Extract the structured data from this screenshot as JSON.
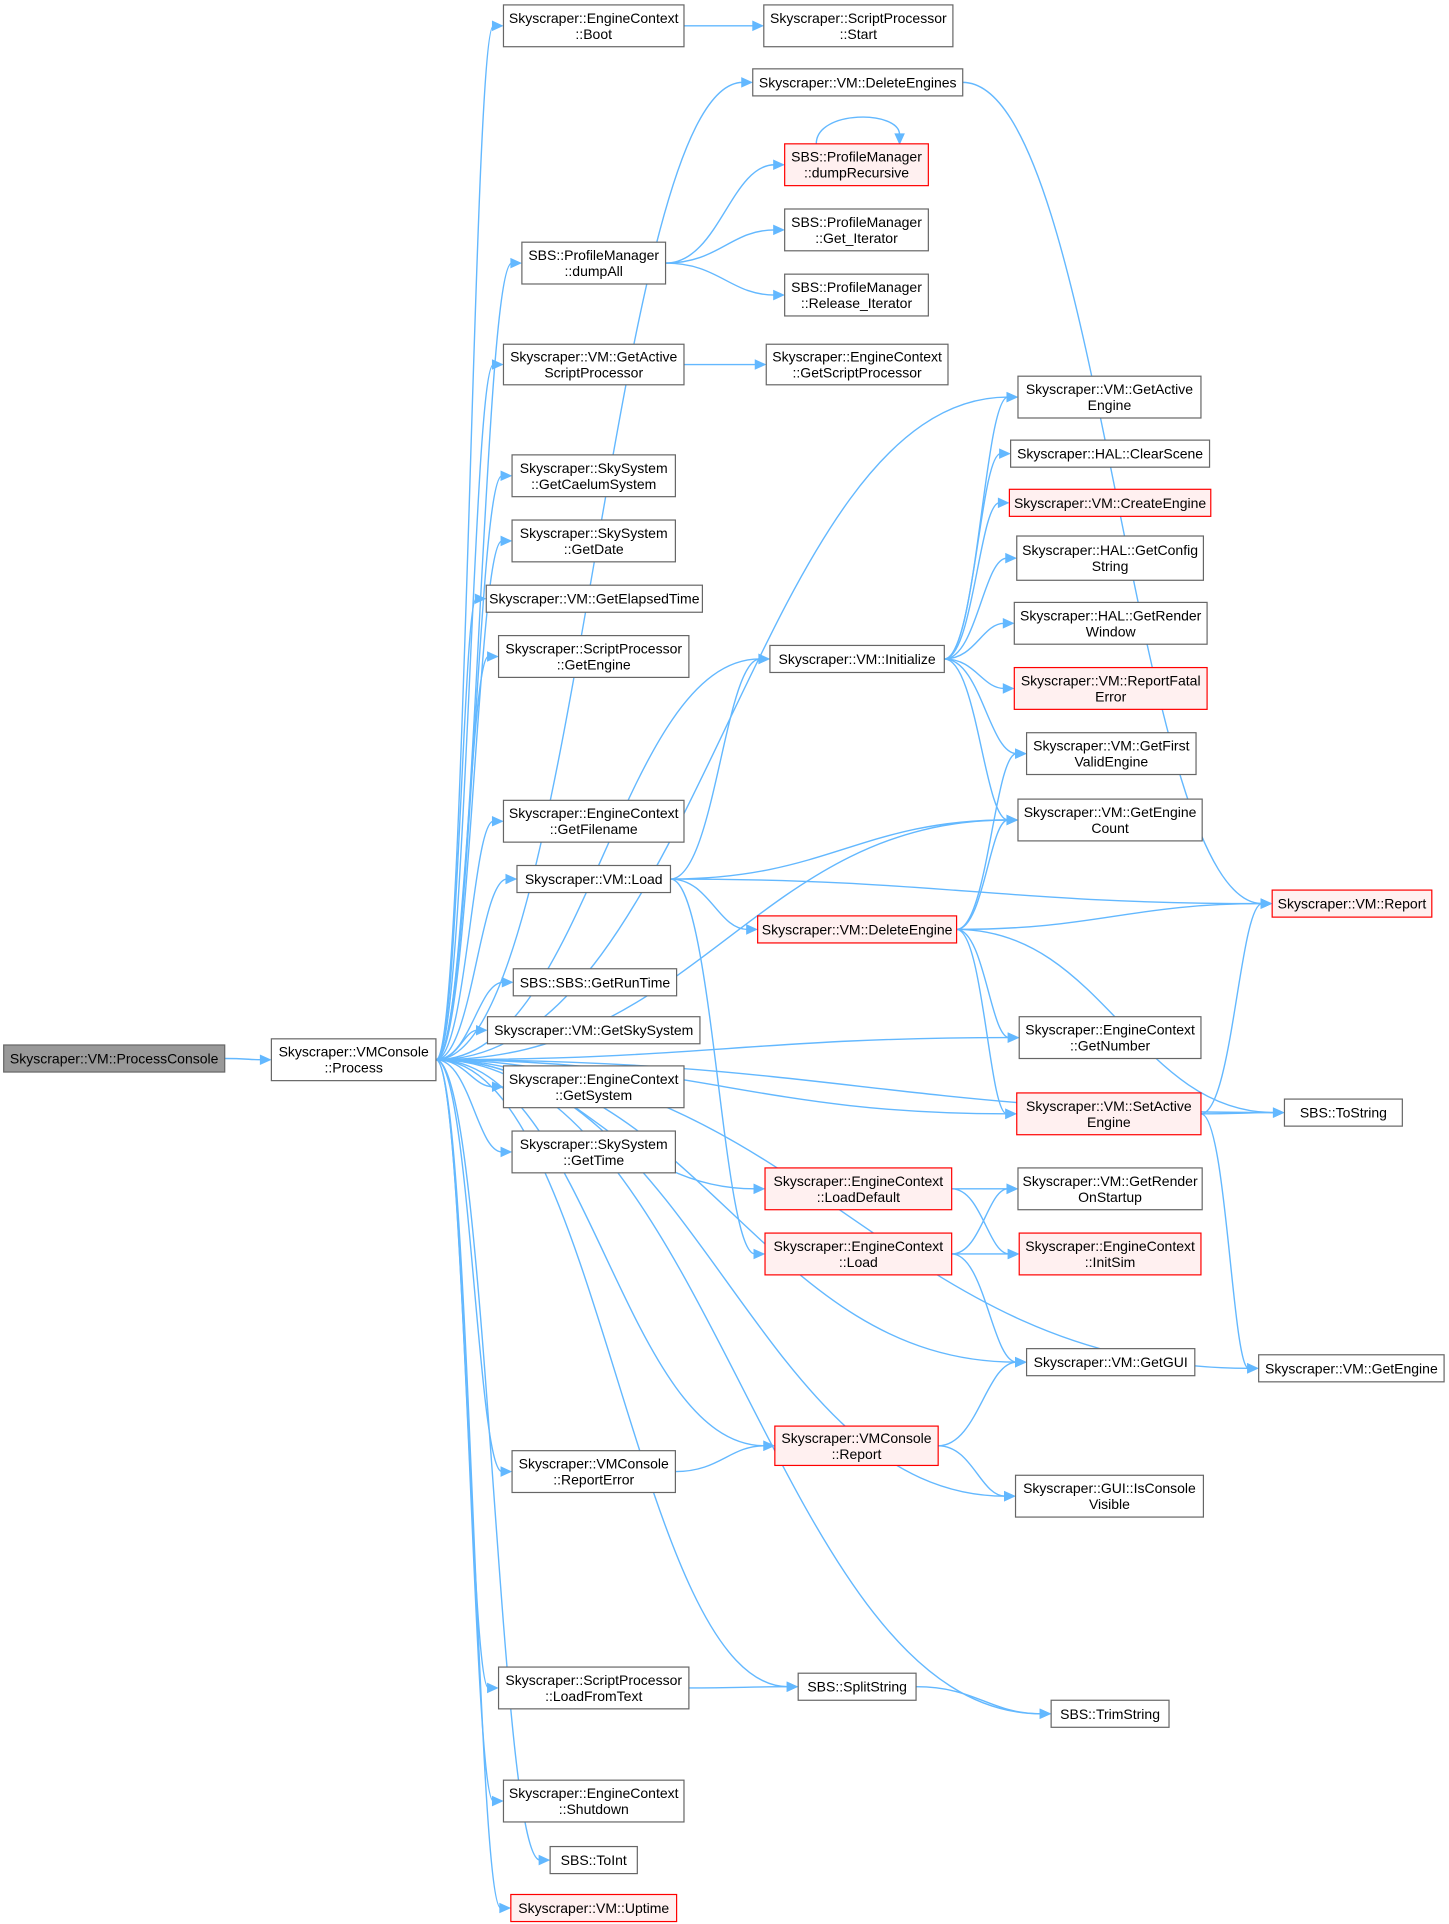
{
  "colors": {
    "edge": "#63b8ff",
    "node_border": "#666666",
    "node_fill": "#ffffff",
    "root_fill": "#999999",
    "incomplete_border": "#ff0000",
    "incomplete_fill": "#fff0f0"
  },
  "nodes": [
    {
      "id": "processconsole",
      "lines": [
        "Skyscraper::VM::ProcessConsole"
      ],
      "kind": "root"
    },
    {
      "id": "vmconsole_process",
      "lines": [
        "Skyscraper::VMConsole",
        "::Process"
      ],
      "kind": "normal"
    },
    {
      "id": "ec_boot",
      "lines": [
        "Skyscraper::EngineContext",
        "::Boot"
      ],
      "kind": "normal"
    },
    {
      "id": "sp_start",
      "lines": [
        "Skyscraper::ScriptProcessor",
        "::Start"
      ],
      "kind": "normal"
    },
    {
      "id": "vm_deleteengines",
      "lines": [
        "Skyscraper::VM::DeleteEngines"
      ],
      "kind": "normal"
    },
    {
      "id": "pm_dumprecursive",
      "lines": [
        "SBS::ProfileManager",
        "::dumpRecursive"
      ],
      "kind": "incomplete"
    },
    {
      "id": "pm_dumpall",
      "lines": [
        "SBS::ProfileManager",
        "::dumpAll"
      ],
      "kind": "normal"
    },
    {
      "id": "pm_getiterator",
      "lines": [
        "SBS::ProfileManager",
        "::Get_Iterator"
      ],
      "kind": "normal"
    },
    {
      "id": "pm_releaseiterator",
      "lines": [
        "SBS::ProfileManager",
        "::Release_Iterator"
      ],
      "kind": "normal"
    },
    {
      "id": "vm_getactivesp",
      "lines": [
        "Skyscraper::VM::GetActive",
        "ScriptProcessor"
      ],
      "kind": "normal"
    },
    {
      "id": "ec_getsp",
      "lines": [
        "Skyscraper::EngineContext",
        "::GetScriptProcessor"
      ],
      "kind": "normal"
    },
    {
      "id": "vm_getactiveengine",
      "lines": [
        "Skyscraper::VM::GetActive",
        "Engine"
      ],
      "kind": "normal"
    },
    {
      "id": "ss_getcaelum",
      "lines": [
        "Skyscraper::SkySystem",
        "::GetCaelumSystem"
      ],
      "kind": "normal"
    },
    {
      "id": "hal_clearscene",
      "lines": [
        "Skyscraper::HAL::ClearScene"
      ],
      "kind": "normal"
    },
    {
      "id": "vm_createengine",
      "lines": [
        "Skyscraper::VM::CreateEngine"
      ],
      "kind": "incomplete"
    },
    {
      "id": "ss_getdate",
      "lines": [
        "Skyscraper::SkySystem",
        "::GetDate"
      ],
      "kind": "normal"
    },
    {
      "id": "hal_getconfigstring",
      "lines": [
        "Skyscraper::HAL::GetConfig",
        "String"
      ],
      "kind": "normal"
    },
    {
      "id": "vm_getelapsedtime",
      "lines": [
        "Skyscraper::VM::GetElapsedTime"
      ],
      "kind": "normal"
    },
    {
      "id": "hal_getrenderwindow",
      "lines": [
        "Skyscraper::HAL::GetRender",
        "Window"
      ],
      "kind": "normal"
    },
    {
      "id": "sp_getengine",
      "lines": [
        "Skyscraper::ScriptProcessor",
        "::GetEngine"
      ],
      "kind": "normal"
    },
    {
      "id": "vm_initialize",
      "lines": [
        "Skyscraper::VM::Initialize"
      ],
      "kind": "normal"
    },
    {
      "id": "vm_reportfatalerror",
      "lines": [
        "Skyscraper::VM::ReportFatal",
        "Error"
      ],
      "kind": "incomplete"
    },
    {
      "id": "vm_getfirstvalidengine",
      "lines": [
        "Skyscraper::VM::GetFirst",
        "ValidEngine"
      ],
      "kind": "normal"
    },
    {
      "id": "ec_getfilename",
      "lines": [
        "Skyscraper::EngineContext",
        "::GetFilename"
      ],
      "kind": "normal"
    },
    {
      "id": "vm_getenginecount",
      "lines": [
        "Skyscraper::VM::GetEngine",
        "Count"
      ],
      "kind": "normal"
    },
    {
      "id": "vm_load",
      "lines": [
        "Skyscraper::VM::Load"
      ],
      "kind": "normal"
    },
    {
      "id": "vm_report",
      "lines": [
        "Skyscraper::VM::Report"
      ],
      "kind": "incomplete"
    },
    {
      "id": "vm_deleteengine",
      "lines": [
        "Skyscraper::VM::DeleteEngine"
      ],
      "kind": "incomplete"
    },
    {
      "id": "sbs_getruntime",
      "lines": [
        "SBS::SBS::GetRunTime"
      ],
      "kind": "normal"
    },
    {
      "id": "vm_getskysystem",
      "lines": [
        "Skyscraper::VM::GetSkySystem"
      ],
      "kind": "normal"
    },
    {
      "id": "ec_getnumber",
      "lines": [
        "Skyscraper::EngineContext",
        "::GetNumber"
      ],
      "kind": "normal"
    },
    {
      "id": "ec_getsystem",
      "lines": [
        "Skyscraper::EngineContext",
        "::GetSystem"
      ],
      "kind": "normal"
    },
    {
      "id": "vm_setactiveengine",
      "lines": [
        "Skyscraper::VM::SetActive",
        "Engine"
      ],
      "kind": "incomplete"
    },
    {
      "id": "sbs_tostring",
      "lines": [
        "SBS::ToString"
      ],
      "kind": "normal"
    },
    {
      "id": "ss_gettime",
      "lines": [
        "Skyscraper::SkySystem",
        "::GetTime"
      ],
      "kind": "normal"
    },
    {
      "id": "ec_loaddefault",
      "lines": [
        "Skyscraper::EngineContext",
        "::LoadDefault"
      ],
      "kind": "incomplete"
    },
    {
      "id": "vm_getrenderonstartup",
      "lines": [
        "Skyscraper::VM::GetRender",
        "OnStartup"
      ],
      "kind": "normal"
    },
    {
      "id": "ec_load",
      "lines": [
        "Skyscraper::EngineContext",
        "::Load"
      ],
      "kind": "incomplete"
    },
    {
      "id": "ec_initsim",
      "lines": [
        "Skyscraper::EngineContext",
        "::InitSim"
      ],
      "kind": "incomplete"
    },
    {
      "id": "vm_getgui",
      "lines": [
        "Skyscraper::VM::GetGUI"
      ],
      "kind": "normal"
    },
    {
      "id": "vm_getengine",
      "lines": [
        "Skyscraper::VM::GetEngine"
      ],
      "kind": "normal"
    },
    {
      "id": "vmconsole_report",
      "lines": [
        "Skyscraper::VMConsole",
        "::Report"
      ],
      "kind": "incomplete"
    },
    {
      "id": "vmconsole_reporterror",
      "lines": [
        "Skyscraper::VMConsole",
        "::ReportError"
      ],
      "kind": "normal"
    },
    {
      "id": "gui_isconsolevisible",
      "lines": [
        "Skyscraper::GUI::IsConsole",
        "Visible"
      ],
      "kind": "normal"
    },
    {
      "id": "sp_loadfromtext",
      "lines": [
        "Skyscraper::ScriptProcessor",
        "::LoadFromText"
      ],
      "kind": "normal"
    },
    {
      "id": "sbs_splitstring",
      "lines": [
        "SBS::SplitString"
      ],
      "kind": "normal"
    },
    {
      "id": "sbs_trimstring",
      "lines": [
        "SBS::TrimString"
      ],
      "kind": "normal"
    },
    {
      "id": "ec_shutdown",
      "lines": [
        "Skyscraper::EngineContext",
        "::Shutdown"
      ],
      "kind": "normal"
    },
    {
      "id": "sbs_toint",
      "lines": [
        "SBS::ToInt"
      ],
      "kind": "normal"
    },
    {
      "id": "vm_uptime",
      "lines": [
        "Skyscraper::VM::Uptime"
      ],
      "kind": "incomplete"
    }
  ],
  "edges": [
    [
      "processconsole",
      "vmconsole_process"
    ],
    [
      "vmconsole_process",
      "ec_boot"
    ],
    [
      "vmconsole_process",
      "vm_deleteengines"
    ],
    [
      "vmconsole_process",
      "pm_dumpall"
    ],
    [
      "vmconsole_process",
      "vm_getactivesp"
    ],
    [
      "vmconsole_process",
      "vm_getactiveengine"
    ],
    [
      "vmconsole_process",
      "ss_getcaelum"
    ],
    [
      "vmconsole_process",
      "ss_getdate"
    ],
    [
      "vmconsole_process",
      "vm_getelapsedtime"
    ],
    [
      "vmconsole_process",
      "sp_getengine"
    ],
    [
      "vmconsole_process",
      "vm_initialize"
    ],
    [
      "vmconsole_process",
      "vm_getenginecount"
    ],
    [
      "vmconsole_process",
      "ec_getfilename"
    ],
    [
      "vmconsole_process",
      "vm_load"
    ],
    [
      "vmconsole_process",
      "ec_getnumber"
    ],
    [
      "vmconsole_process",
      "sbs_getruntime"
    ],
    [
      "vmconsole_process",
      "vm_getskysystem"
    ],
    [
      "vmconsole_process",
      "ec_getsystem"
    ],
    [
      "vmconsole_process",
      "ss_gettime"
    ],
    [
      "vmconsole_process",
      "vm_setactiveengine"
    ],
    [
      "vmconsole_process",
      "ec_loaddefault"
    ],
    [
      "vmconsole_process",
      "sbs_tostring"
    ],
    [
      "vmconsole_process",
      "vm_getgui"
    ],
    [
      "vmconsole_process",
      "vmconsole_report"
    ],
    [
      "vmconsole_process",
      "vmconsole_reporterror"
    ],
    [
      "vmconsole_process",
      "gui_isconsolevisible"
    ],
    [
      "vmconsole_process",
      "vm_getengine"
    ],
    [
      "vmconsole_process",
      "sbs_splitstring"
    ],
    [
      "vmconsole_process",
      "sp_loadfromtext"
    ],
    [
      "vmconsole_process",
      "sbs_trimstring"
    ],
    [
      "vmconsole_process",
      "ec_shutdown"
    ],
    [
      "vmconsole_process",
      "sbs_toint"
    ],
    [
      "vmconsole_process",
      "vm_uptime"
    ],
    [
      "ec_boot",
      "sp_start"
    ],
    [
      "vm_deleteengines",
      "vm_report"
    ],
    [
      "pm_dumprecursive",
      "pm_dumprecursive"
    ],
    [
      "pm_dumpall",
      "pm_dumprecursive"
    ],
    [
      "pm_dumpall",
      "pm_getiterator"
    ],
    [
      "pm_dumpall",
      "pm_releaseiterator"
    ],
    [
      "vm_getactivesp",
      "ec_getsp"
    ],
    [
      "vm_initialize",
      "vm_getactiveengine"
    ],
    [
      "vm_initialize",
      "hal_clearscene"
    ],
    [
      "vm_initialize",
      "vm_createengine"
    ],
    [
      "vm_initialize",
      "hal_getconfigstring"
    ],
    [
      "vm_initialize",
      "hal_getrenderwindow"
    ],
    [
      "vm_initialize",
      "vm_reportfatalerror"
    ],
    [
      "vm_initialize",
      "vm_getfirstvalidengine"
    ],
    [
      "vm_initialize",
      "vm_getenginecount"
    ],
    [
      "vm_load",
      "vm_initialize"
    ],
    [
      "vm_load",
      "vm_getenginecount"
    ],
    [
      "vm_load",
      "vm_report"
    ],
    [
      "vm_load",
      "vm_deleteengine"
    ],
    [
      "vm_load",
      "ec_load"
    ],
    [
      "vm_deleteengine",
      "vm_getfirstvalidengine"
    ],
    [
      "vm_deleteengine",
      "vm_getenginecount"
    ],
    [
      "vm_deleteengine",
      "vm_report"
    ],
    [
      "vm_deleteengine",
      "ec_getnumber"
    ],
    [
      "vm_deleteengine",
      "sbs_tostring"
    ],
    [
      "vm_deleteengine",
      "vm_setactiveengine"
    ],
    [
      "vm_setactiveengine",
      "vm_report"
    ],
    [
      "vm_setactiveengine",
      "sbs_tostring"
    ],
    [
      "vm_setactiveengine",
      "vm_getengine"
    ],
    [
      "ec_loaddefault",
      "vm_getrenderonstartup"
    ],
    [
      "ec_loaddefault",
      "ec_initsim"
    ],
    [
      "ec_load",
      "vm_getrenderonstartup"
    ],
    [
      "ec_load",
      "ec_initsim"
    ],
    [
      "ec_load",
      "vm_getgui"
    ],
    [
      "vmconsole_report",
      "vm_getgui"
    ],
    [
      "vmconsole_report",
      "gui_isconsolevisible"
    ],
    [
      "vmconsole_reporterror",
      "vmconsole_report"
    ],
    [
      "sp_loadfromtext",
      "sbs_splitstring"
    ],
    [
      "sbs_splitstring",
      "sbs_trimstring"
    ]
  ]
}
